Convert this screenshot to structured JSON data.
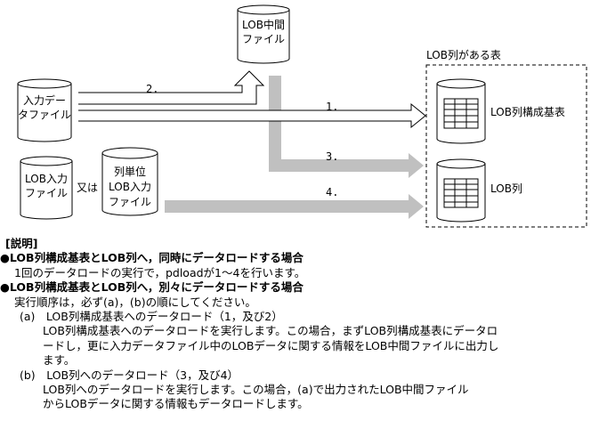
{
  "diagram": {
    "lob_middle_file": [
      "LOB中間",
      "ファイル"
    ],
    "input_data_file": [
      "入力デー",
      "タファイル"
    ],
    "lob_input_file": [
      "LOB入力",
      "ファイル"
    ],
    "or_label": "又は",
    "column_lob_input_file": [
      "列単位",
      "LOB入力",
      "ファイル"
    ],
    "table_group_label": "LOB列がある表",
    "lob_base_table": "LOB列構成基表",
    "lob_column": "LOB列",
    "step_labels": [
      "1.",
      "2.",
      "3.",
      "4."
    ],
    "colors": {
      "gray_arrow": "#c0c0c0",
      "line": "#000000"
    }
  },
  "explanation": {
    "title": "[説明]",
    "s1_heading": "●LOB列構成基表とLOB列へ，同時にデータロードする場合",
    "s1_body": "1回のデータロードの実行で，pdloadが1～4を行います。",
    "s2_heading": "●LOB列構成基表とLOB列へ，別々にデータロードする場合",
    "s2_intro": "実行順序は，必ず(a)，(b)の順にしてください。",
    "a_title": "(a)　LOB列構成基表へのデータロード（1，及び2）",
    "a_line1": "LOB列構成基表へのデータロードを実行します。この場合，まずLOB列構成基表にデータロ",
    "a_line2": "ードし，更に入力データファイル中のLOBデータに関する情報をLOB中間ファイルに出力し",
    "a_line3": "ます。",
    "b_title": "(b)　LOB列へのデータロード（3，及び4）",
    "b_line1": "LOB列へのデータロードを実行します。この場合，(a)で出力されたLOB中間ファイル",
    "b_line2": "からLOBデータに関する情報もデータロードします。"
  }
}
